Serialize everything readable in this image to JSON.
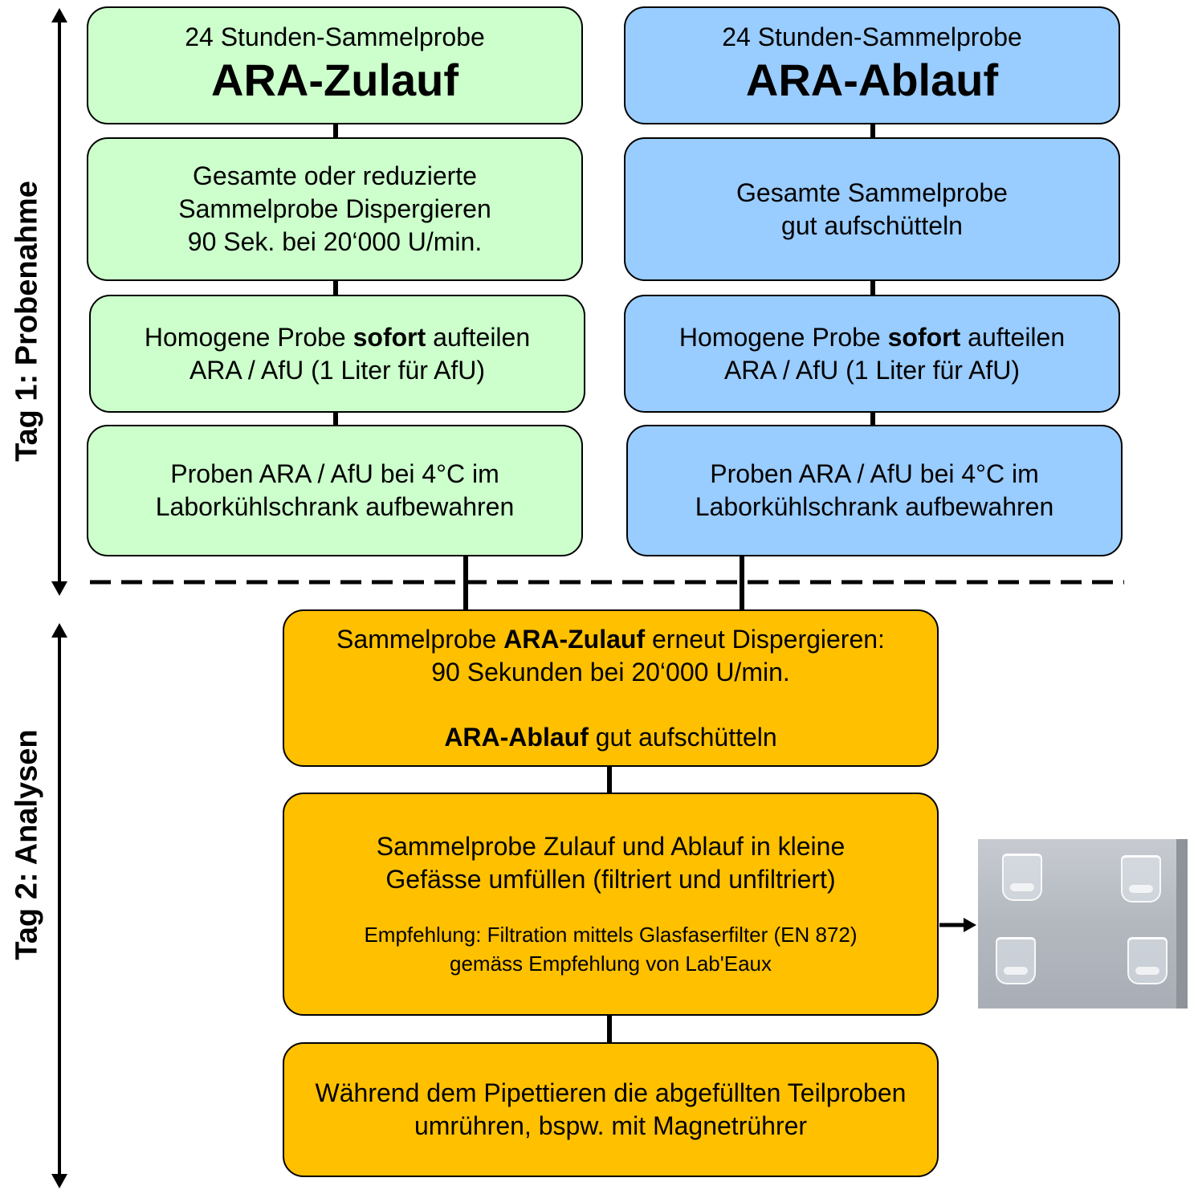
{
  "side_labels": {
    "day1": "Tag 1: Probenahme",
    "day2": "Tag 2: Analysen"
  },
  "zulauf": {
    "header_sub": "24 Stunden-Sammelprobe",
    "header_main": "ARA-Zulauf",
    "step1": [
      "Gesamte oder reduzierte",
      "Sammelprobe Dispergieren",
      "90 Sek. bei 20‘000 U/min."
    ],
    "step2_pre": "Homogene Probe ",
    "step2_bold": "sofort",
    "step2_post": " aufteilen",
    "step2_line2": "ARA / AfU (1 Liter für AfU)",
    "step3": [
      "Proben ARA / AfU bei 4°C im",
      "Laborkühlschrank aufbewahren"
    ]
  },
  "ablauf": {
    "header_sub": "24 Stunden-Sammelprobe",
    "header_main": "ARA-Ablauf",
    "step1": [
      "Gesamte Sammelprobe",
      "gut aufschütteln"
    ],
    "step2_pre": "Homogene Probe ",
    "step2_bold": "sofort",
    "step2_post": " aufteilen",
    "step2_line2": "ARA / AfU (1 Liter für AfU)",
    "step3": [
      "Proben ARA / AfU bei 4°C im",
      "Laborkühlschrank aufbewahren"
    ]
  },
  "analysis": {
    "box1_pre": "Sammelprobe ",
    "box1_bold": "ARA-Zulauf",
    "box1_post": " erneut Dispergieren:",
    "box1_line2": "90 Sekunden bei 20‘000 U/min.",
    "box1_bold2": "ARA-Ablauf",
    "box1_post2": " gut aufschütteln",
    "box2_lines": [
      "Sammelprobe Zulauf und Ablauf in kleine",
      "Gefässe umfüllen (filtriert und unfiltriert)"
    ],
    "box2_small": [
      "Empfehlung: Filtration mittels Glasfaserfilter (EN 872)",
      "gemäss Empfehlung von Lab'Eaux"
    ],
    "box3_lines": [
      "Während dem Pipettieren die abgefüllten Teilproben",
      "umrühren, bspw. mit Magnetrührer"
    ]
  },
  "colors": {
    "zulauf": "#ccffcc",
    "ablauf": "#99ccff",
    "analysis": "#ffc000"
  }
}
